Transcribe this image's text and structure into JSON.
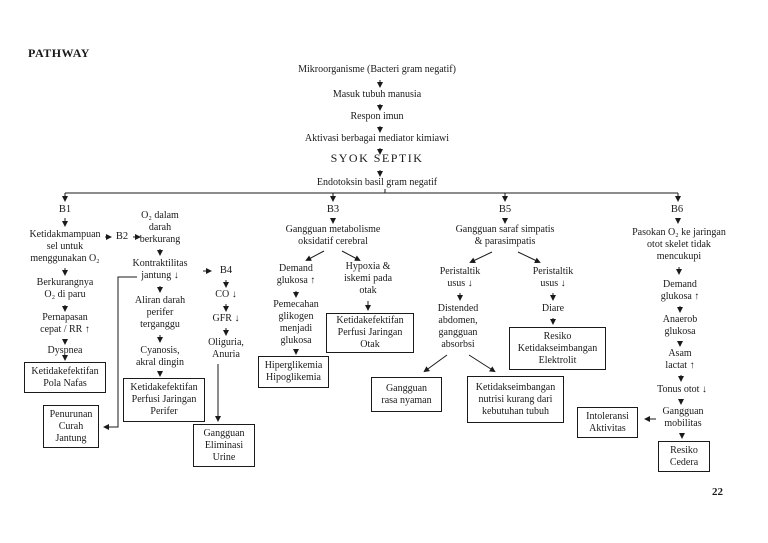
{
  "page": {
    "title": "PATHWAY",
    "page_number": "22"
  },
  "chain": {
    "step1": "Mikroorganisme (Bacteri gram negatif)",
    "step2": "Masuk tubuh manusia",
    "step3": "Respon imun",
    "step4": "Aktivasi berbagai mediator kimiawi",
    "step5": "SYOK SEPTIK",
    "step6": "Endotoksin basil gram negatif"
  },
  "b1": {
    "label": "B1",
    "step1": "Ketidakmampuan\nsel untuk\nmenggunakan O₂",
    "step2": "Berkurangnya\nO₂ di paru",
    "step3": "Pernapasan\ncepat / RR ↑",
    "step4": "Dyspnea",
    "outcome1": "Ketidakefektifan\nPola Nafas",
    "outcome2": "Penurunan\nCurah\nJantung"
  },
  "b2": {
    "label": "B2",
    "step1": "O₂ dalam\ndarah\nberkurang",
    "step2": "Kontraktilitas\njantung ↓",
    "step3": "Aliran darah\nperifer\nterganggu",
    "step4": "Cyanosis,\nakral dingin",
    "outcome": "Ketidakefektifan\nPerfusi Jaringan\nPerifer"
  },
  "b4": {
    "label": "B4",
    "step1": "CO ↓",
    "step2": "GFR ↓",
    "step3": "Oliguria,\nAnuria",
    "outcome": "Gangguan\nEliminasi\nUrine"
  },
  "b3": {
    "label": "B3",
    "step1": "Gangguan metabolisme\noksidatif cerebral",
    "left_step1": "Demand\nglukosa ↑",
    "left_step2": "Pemecahan\nglikogen\nmenjadi\nglukosa",
    "left_outcome": "Hiperglikemia\nHipoglikemia",
    "right_step1": "Hypoxia &\niskemi pada\notak",
    "right_outcome": "Ketidakefektifan\nPerfusi Jaringan\nOtak",
    "comfort_outcome": "Gangguan\nrasa nyaman"
  },
  "b5": {
    "label": "B5",
    "step1": "Gangguan saraf simpatis\n& parasimpatis",
    "left_step1": "Peristaltik\nusus ↓",
    "left_step2": "Distended\nabdomen,\ngangguan\nabsorbsi",
    "left_outcome": "Ketidakseimbangan\nnutrisi kurang dari\nkebutuhan tubuh",
    "right_step1": "Peristaltik\nusus ↓",
    "right_step2": "Diare",
    "right_outcome": "Resiko\nKetidakseimbangan\nElektrolit",
    "activity_outcome": "Intoleransi\nAktivitas"
  },
  "b6": {
    "label": "B6",
    "step1": "Pasokan O₂ ke jaringan\notot skelet tidak\nmencukupi",
    "step2": "Demand\nglukosa ↑",
    "step3": "Anaerob\nglukosa",
    "step4": "Asam\nlactat ↑",
    "step5": "Tonus otot ↓",
    "step6": "Gangguan\nmobilitas",
    "outcome": "Resiko\nCedera"
  }
}
